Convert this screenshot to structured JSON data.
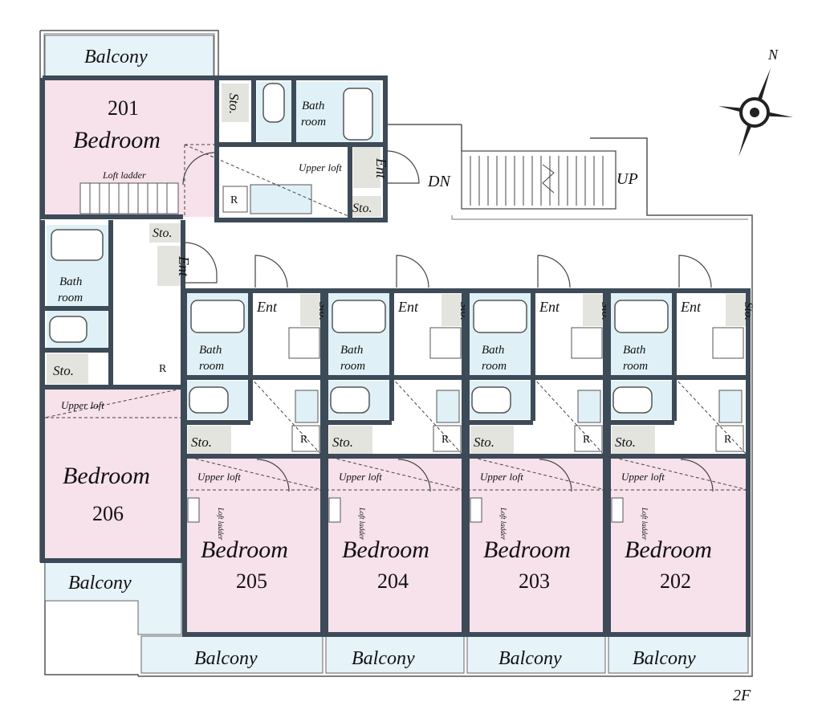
{
  "compass": {
    "north_label": "N"
  },
  "floor_label": "2F",
  "stairs": {
    "down_label": "DN",
    "up_label": "UP"
  },
  "labels": {
    "balcony": "Balcony",
    "bedroom": "Bedroom",
    "bathroom_line1": "Bath",
    "bathroom_line2": "room",
    "storage": "Sto.",
    "entrance": "Ent",
    "refrigerator": "R",
    "upper_loft": "Upper loft",
    "loft_ladder": "Loft ladder"
  },
  "units": [
    "201",
    "206",
    "205",
    "204",
    "203",
    "202"
  ],
  "colors": {
    "wall": "#3d4a57",
    "bedroom_fill": "#f7e1ea",
    "wet_fill": "#dff1f6",
    "balcony_fill": "#e6f3f8",
    "storage_fill": "#e4e4df"
  }
}
